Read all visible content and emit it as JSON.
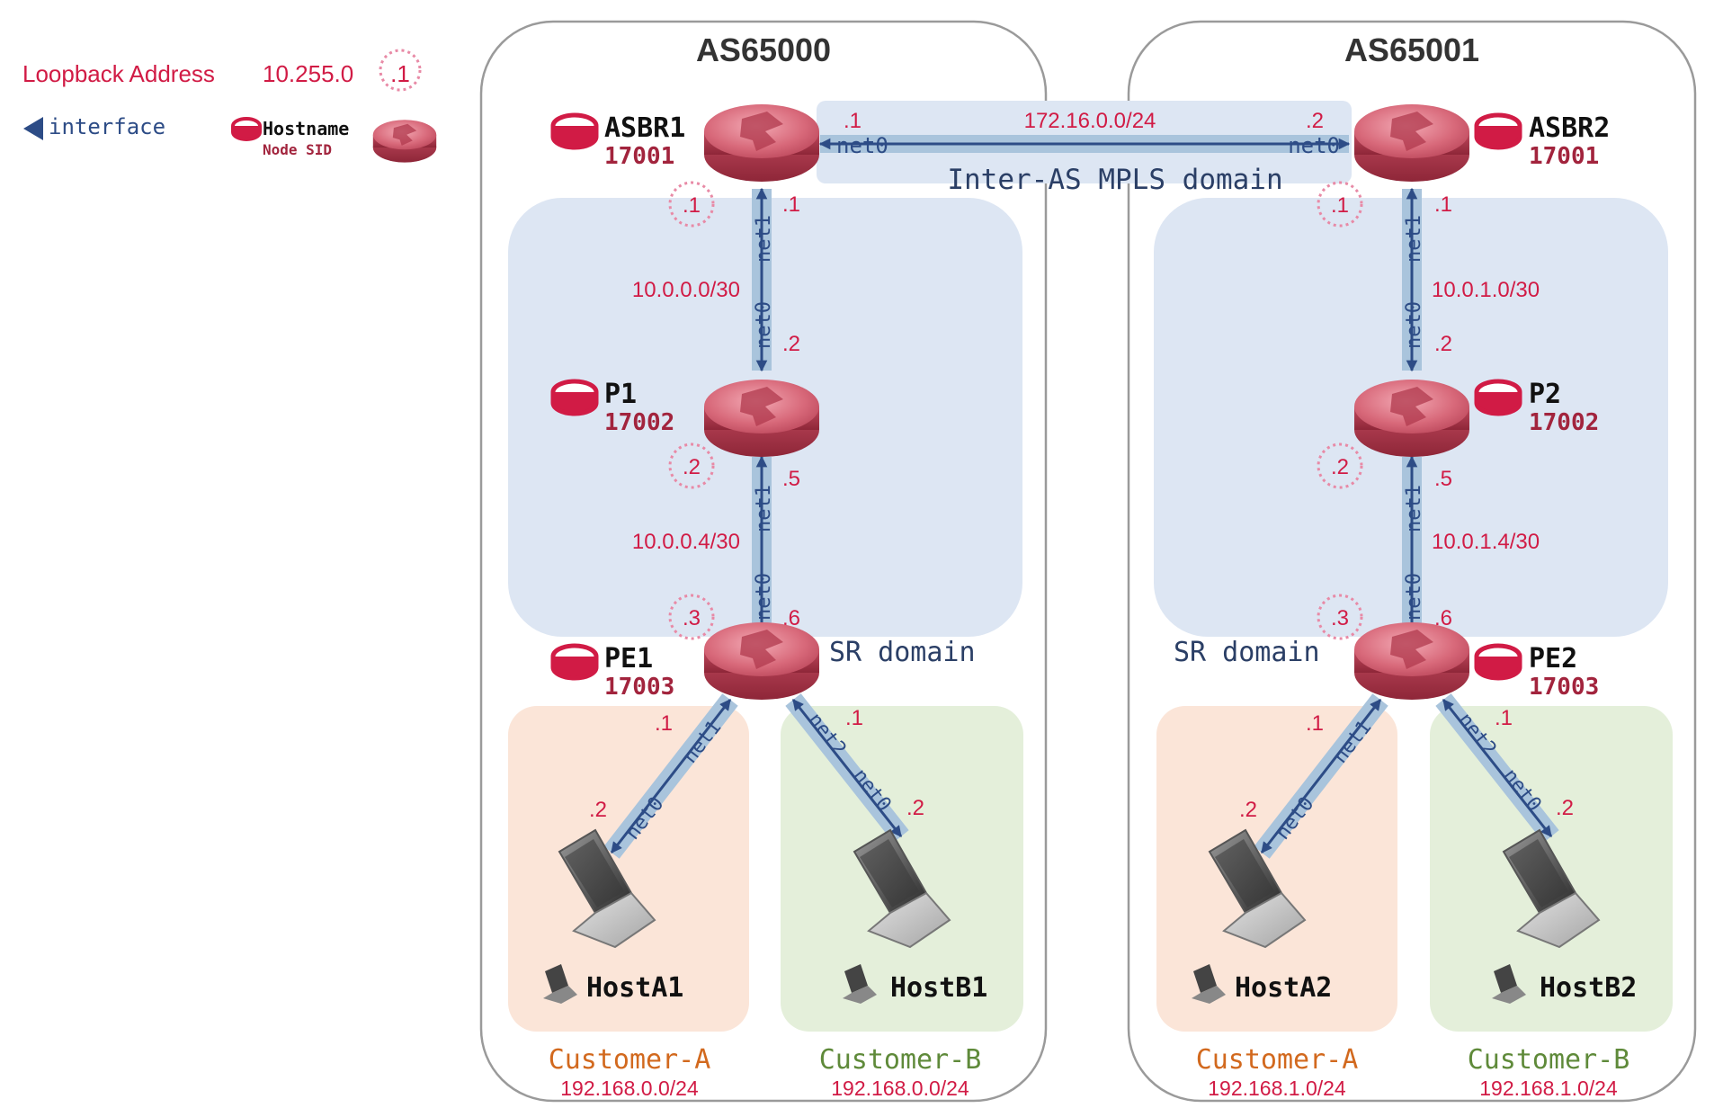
{
  "legend": {
    "loopback_label": "Loopback Address",
    "loopback_prefix": "10.255.0",
    "loopback_suffix": ".1",
    "interface_label": "interface",
    "hostname_label": "Hostname",
    "node_sid_label": "Node SID"
  },
  "as_left": {
    "title": "AS65000"
  },
  "as_right": {
    "title": "AS65001"
  },
  "inter_as": {
    "subnet": "172.16.0.0/24",
    "domain_label": "Inter-AS MPLS domain",
    "left_ip": ".1",
    "right_ip": ".2",
    "left_if": "net0",
    "right_if": "net0"
  },
  "sr_domain_label": "SR domain",
  "routers": {
    "asbr1": {
      "name": "ASBR1",
      "sid": "17001",
      "loopback": ".1"
    },
    "p1": {
      "name": "P1",
      "sid": "17002",
      "loopback": ".2"
    },
    "pe1": {
      "name": "PE1",
      "sid": "17003",
      "loopback": ".3"
    },
    "asbr2": {
      "name": "ASBR2",
      "sid": "17001",
      "loopback": ".1"
    },
    "p2": {
      "name": "P2",
      "sid": "17002",
      "loopback": ".2"
    },
    "pe2": {
      "name": "PE2",
      "sid": "17003",
      "loopback": ".3"
    }
  },
  "links_left": {
    "l1": {
      "subnet": "10.0.0.0/30",
      "top_ip": ".1",
      "bottom_ip": ".2",
      "top_if": "net1",
      "bottom_if": "net0"
    },
    "l2": {
      "subnet": "10.0.0.4/30",
      "top_ip": ".5",
      "bottom_ip": ".6",
      "top_if": "net1",
      "bottom_if": "net0"
    }
  },
  "links_right": {
    "l1": {
      "subnet": "10.0.1.0/30",
      "top_ip": ".1",
      "bottom_ip": ".2",
      "top_if": "net1",
      "bottom_if": "net0"
    },
    "l2": {
      "subnet": "10.0.1.4/30",
      "top_ip": ".5",
      "bottom_ip": ".6",
      "top_if": "net1",
      "bottom_if": "net0"
    }
  },
  "hosts": {
    "a1": {
      "name": "HostA1",
      "pe_ip": ".1",
      "host_ip": ".2",
      "pe_if": "net1",
      "host_if": "net0"
    },
    "b1": {
      "name": "HostB1",
      "pe_ip": ".1",
      "host_ip": ".2",
      "pe_if": "net2",
      "host_if": "net0"
    },
    "a2": {
      "name": "HostA2",
      "pe_ip": ".1",
      "host_ip": ".2",
      "pe_if": "net1",
      "host_if": "net0"
    },
    "b2": {
      "name": "HostB2",
      "pe_ip": ".1",
      "host_ip": ".2",
      "pe_if": "net2",
      "host_if": "net0"
    }
  },
  "customers": {
    "a_left": {
      "name": "Customer-A",
      "subnet": "192.168.0.0/24"
    },
    "b_left": {
      "name": "Customer-B",
      "subnet": "192.168.0.0/24"
    },
    "a_right": {
      "name": "Customer-A",
      "subnet": "192.168.1.0/24"
    },
    "b_right": {
      "name": "Customer-B",
      "subnet": "192.168.1.0/24"
    }
  },
  "colors": {
    "label_red": "#d11b45",
    "interface_blue": "#2d4c86",
    "sid_red": "#a2243d",
    "customer_a": "#d2691e",
    "customer_b": "#5f8a3a",
    "sr_domain_bg": "#dde6f3",
    "customer_a_bg": "#fbe5d8",
    "customer_b_bg": "#e4efda",
    "router": "#cf5567"
  }
}
